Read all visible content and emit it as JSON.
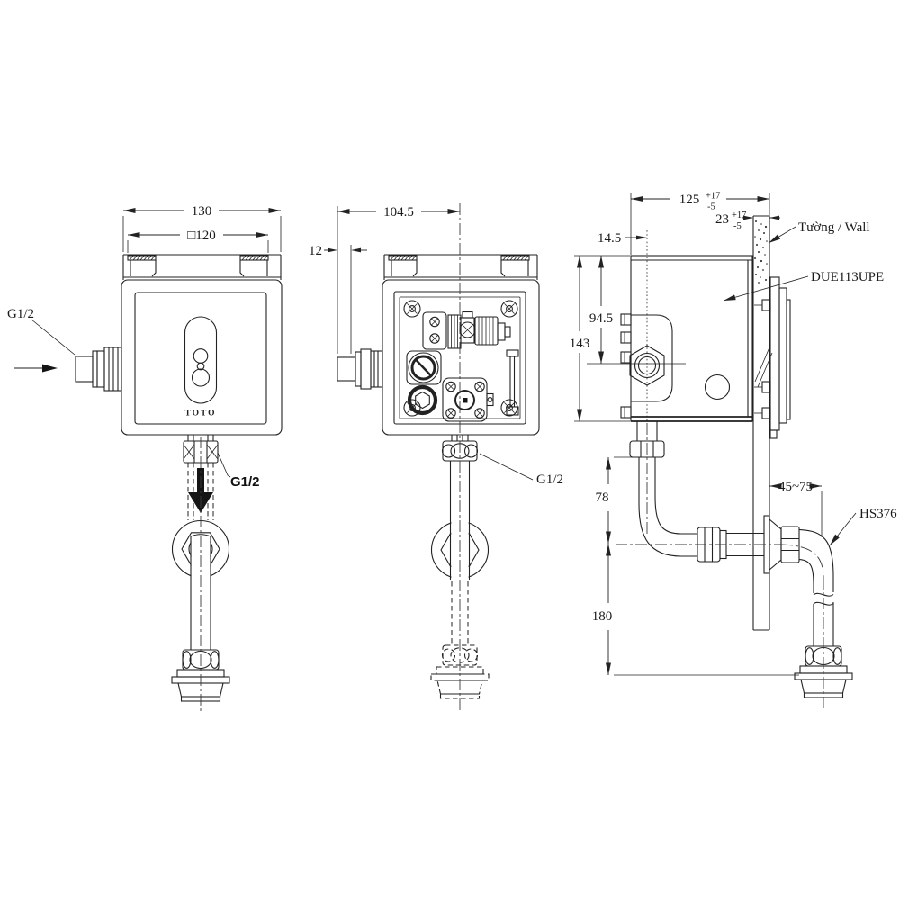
{
  "front_view": {
    "dim_overall_width": "130",
    "dim_plate_width": "□120",
    "inlet_thread_label": "G1/2",
    "outlet_thread_label": "G1/2",
    "brand_logo": "TOTO"
  },
  "back_view": {
    "dim_center_offset": "104.5",
    "dim_inlet_end": "12",
    "outlet_thread_label": "G1/2"
  },
  "side_view": {
    "dim_depth": "125",
    "dim_depth_tol_upper": "+17",
    "dim_depth_tol_lower": "-5",
    "dim_wall_thickness": "23",
    "dim_wall_tol_upper": "+17",
    "dim_wall_tol_lower": "-5",
    "dim_outlet_offset": "14.5",
    "dim_inlet_height": "94.5",
    "dim_body_height": "143",
    "dim_outlet_drop": "78",
    "dim_spreader_drop": "180",
    "dim_wall_to_pipe": "45~75",
    "wall_label": "Tường / Wall",
    "model_label": "DUE113UPE",
    "spreader_label": "HS376"
  }
}
